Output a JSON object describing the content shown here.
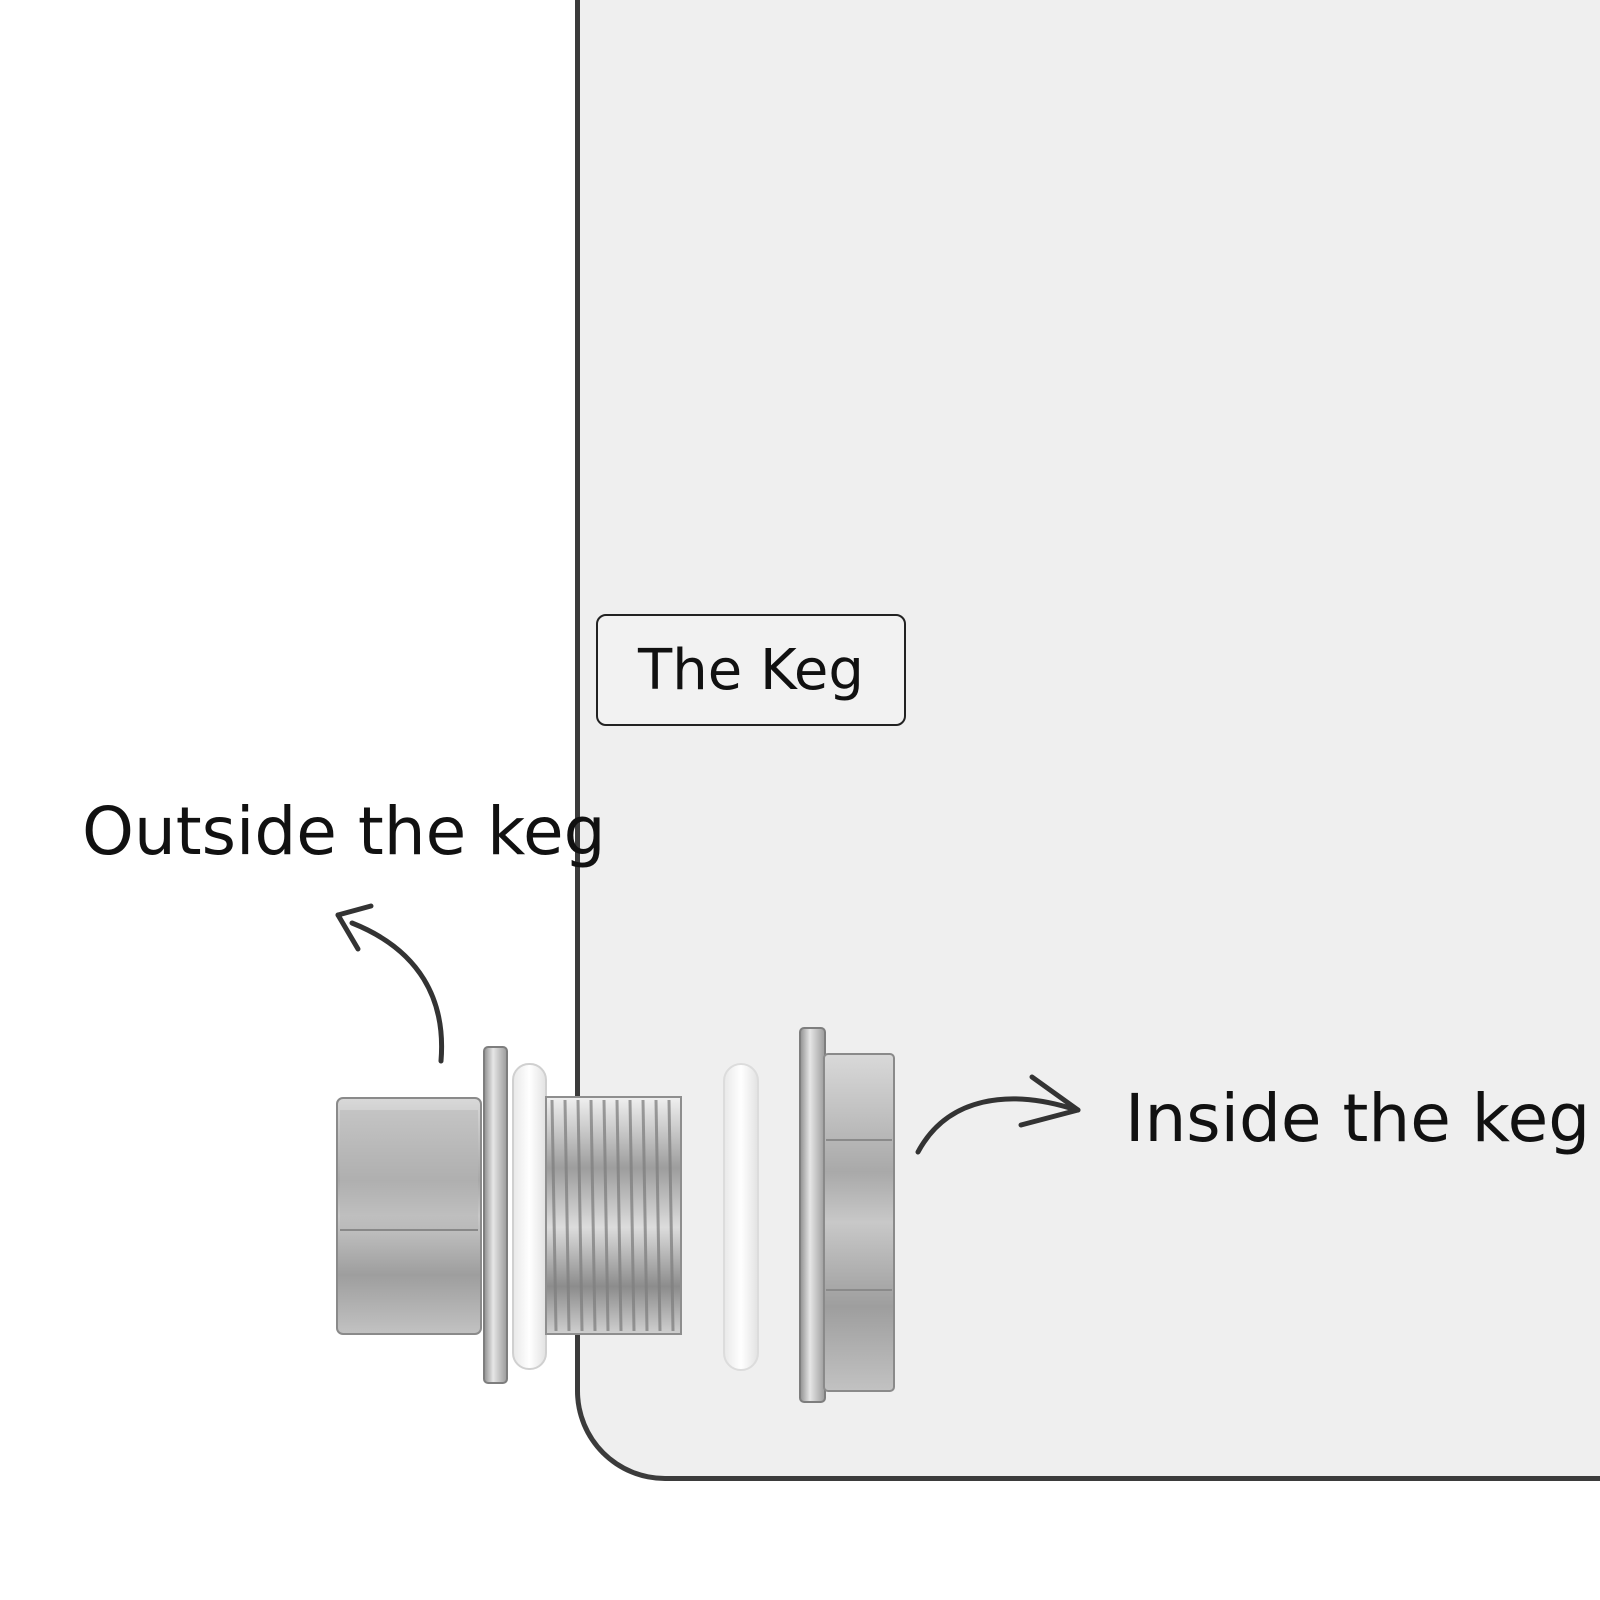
{
  "labels": {
    "keg": "The Keg",
    "outside": "Outside the keg",
    "inside": "Inside the keg"
  },
  "colors": {
    "keg_fill": "#efefef",
    "keg_outline": "#3b3b3b",
    "arrow": "#333333",
    "steel": "#bdbdbd",
    "gasket": "#ffffff"
  },
  "icons": {
    "outside_arrow": "curved-arrow-up-left-icon",
    "inside_arrow": "curved-arrow-right-icon"
  }
}
